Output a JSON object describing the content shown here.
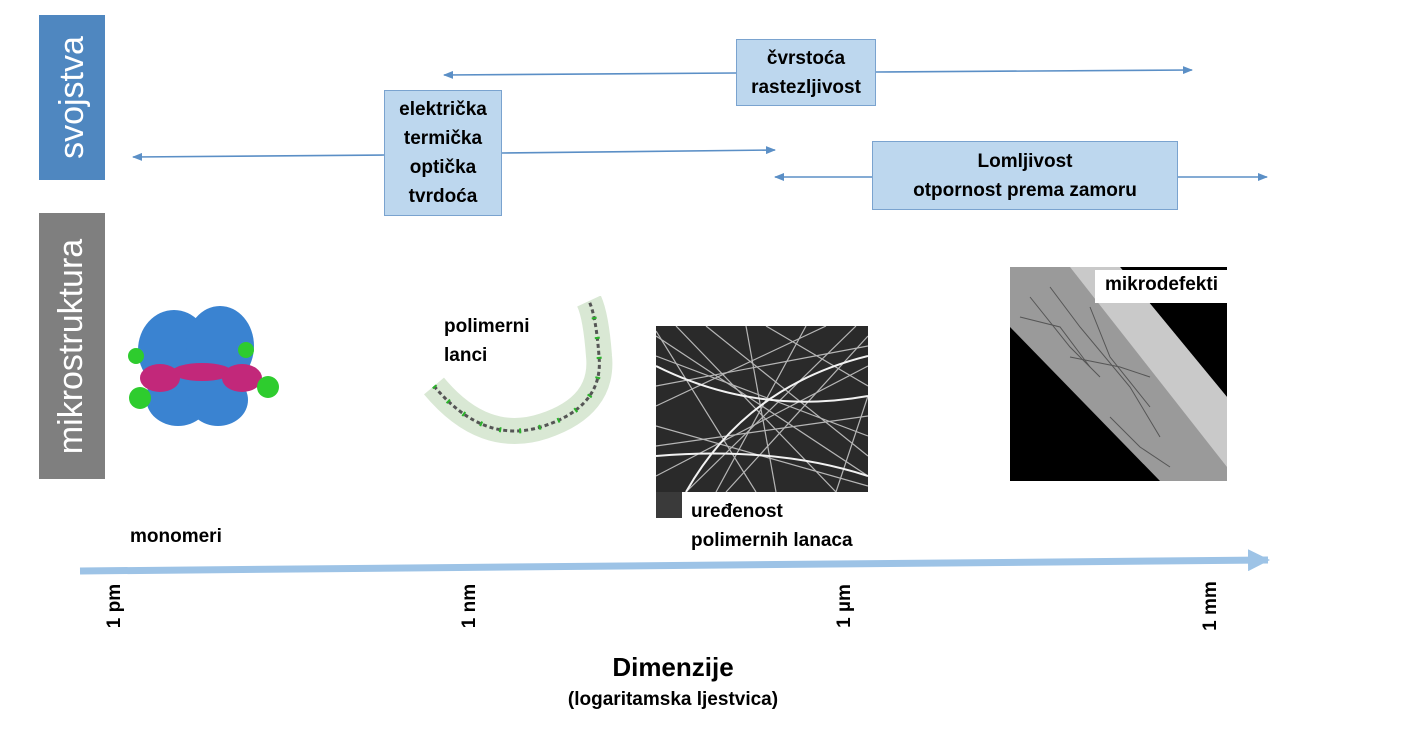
{
  "sidebar": {
    "properties_label": "svojstva",
    "microstructure_label": "mikrostruktura"
  },
  "properties": {
    "strength_lines": [
      "čvrstoća",
      "rastezljivost"
    ],
    "physical_lines": [
      "električka",
      "termička",
      "optička",
      "tvrdoća"
    ],
    "brittleness_lines": [
      "Lomljivost",
      "otpornost prema zamoru"
    ]
  },
  "microstructure": {
    "monomers": "monomeri",
    "polymer_chains": [
      "polimerni",
      "lanci"
    ],
    "chain_order": [
      "uređenost",
      "polimernih lanaca"
    ],
    "microdefects": "mikrodefekti"
  },
  "axis": {
    "ticks": [
      "1 pm",
      "1 nm",
      "1 µm",
      "1 mm"
    ],
    "title": "Dimenzije",
    "subtitle": "(logaritamska ljestvica)"
  },
  "colors": {
    "properties_tab": "#4f87c0",
    "microstructure_tab": "#7f7f7f",
    "box_fill": "#bdd7ee",
    "arrow": "#5b8fc6",
    "axis_arrow": "#9dc3e6"
  }
}
